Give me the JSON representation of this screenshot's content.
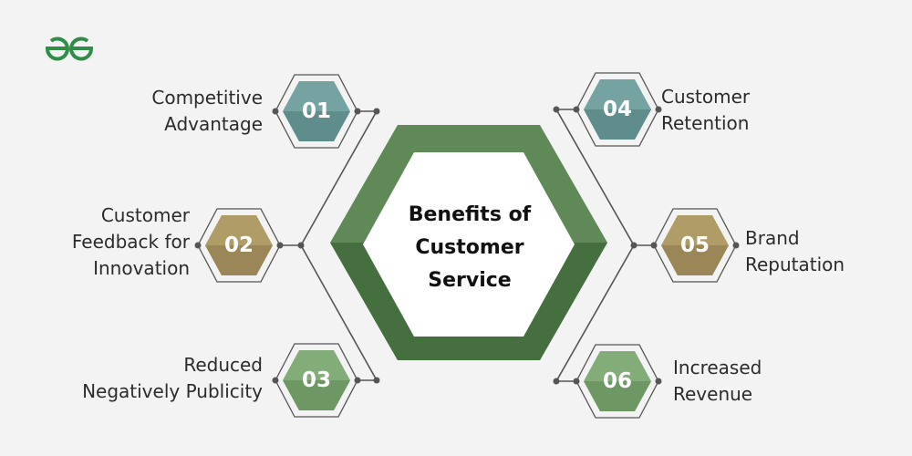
{
  "logo": "GG",
  "center_title": [
    "Benefits of",
    "Customer",
    "Service"
  ],
  "items": [
    {
      "number": "01",
      "lines": [
        "Competitive",
        "Advantage"
      ],
      "color_top": "#74a3a2",
      "color_bottom": "#5f8d8c"
    },
    {
      "number": "02",
      "lines": [
        "Customer",
        "Feedback for",
        "Innovation"
      ],
      "color_top": "#b09c66",
      "color_bottom": "#9a8656"
    },
    {
      "number": "03",
      "lines": [
        "Reduced",
        "Negatively Publicity"
      ],
      "color_top": "#82ad78",
      "color_bottom": "#6d9863"
    },
    {
      "number": "04",
      "lines": [
        "Customer",
        "Retention"
      ],
      "color_top": "#74a3a2",
      "color_bottom": "#5f8d8c"
    },
    {
      "number": "05",
      "lines": [
        "Brand",
        "Reputation"
      ],
      "color_top": "#b09c66",
      "color_bottom": "#9a8656"
    },
    {
      "number": "06",
      "lines": [
        "Increased",
        "Revenue"
      ],
      "color_top": "#82ad78",
      "color_bottom": "#6d9863"
    }
  ],
  "colors": {
    "brand": "#2f8d46",
    "hex_top": "#5f8a57",
    "hex_bottom": "#466f40",
    "line": "#555555"
  }
}
